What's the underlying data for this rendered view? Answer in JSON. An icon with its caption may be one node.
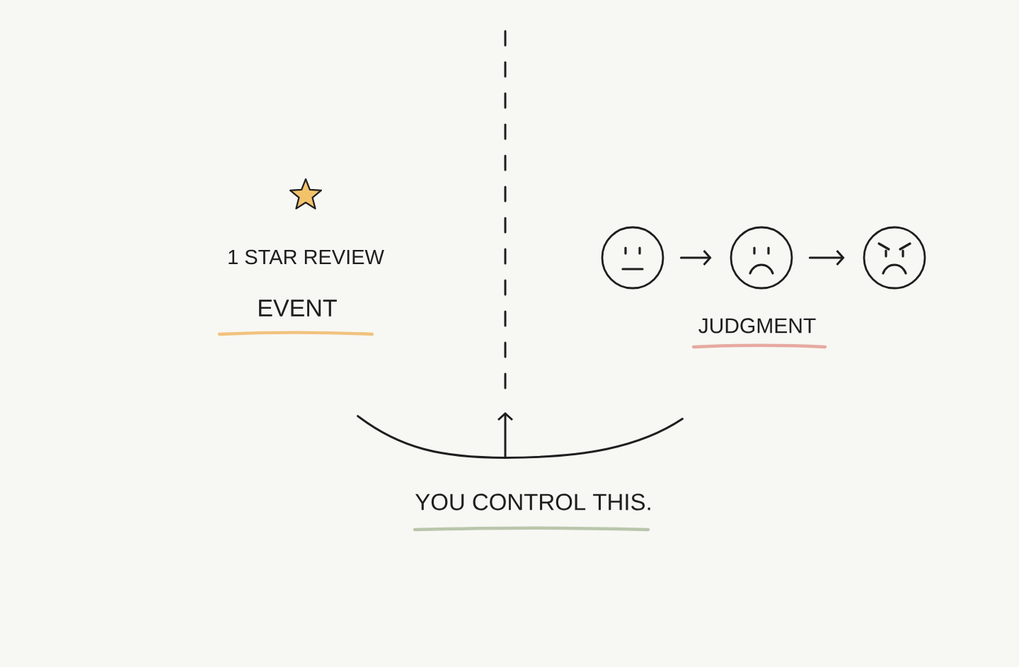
{
  "diagram": {
    "nodes": [
      {
        "text": [],
        "shape": "picture"
      },
      {
        "text": [],
        "shape": "picture"
      },
      {
        "text": [],
        "shape": "picture"
      },
      {
        "text": [],
        "shape": "curve"
      }
    ],
    "edges": [
      {
        "from": 0,
        "to": 1,
        "arrow": "to"
      },
      {
        "from": 1,
        "to": 2,
        "arrow": "to"
      },
      {
        "from": 3,
        "to": null,
        "arrow": "to"
      }
    ],
    "labels": [
      "1 STAR REVIEW",
      "EVENT",
      "JUDGMENT",
      "YOU CONTROL THIS."
    ]
  }
}
